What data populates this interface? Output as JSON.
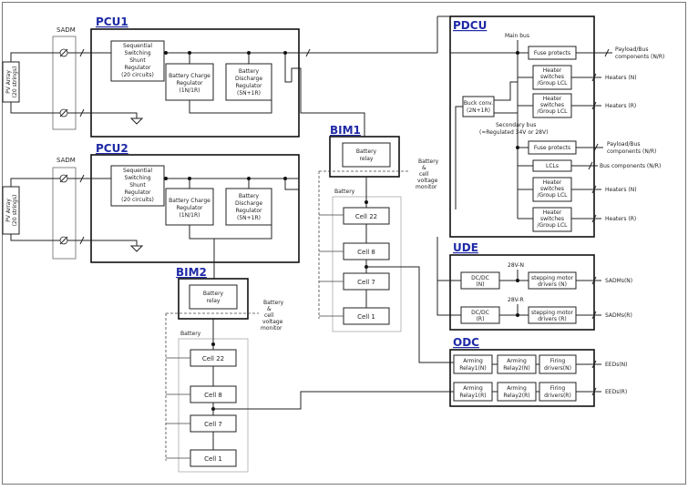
{
  "blocks": {
    "pcu1": "PCU1",
    "pcu2": "PCU2",
    "bim1": "BIM1",
    "bim2": "BIM2",
    "pdcu": "PDCU",
    "ude": "UDE",
    "odc": "ODC"
  },
  "sadm": "SADM",
  "pv_array": [
    "PV Array",
    "(20 strings)"
  ],
  "pcu": {
    "shunt": [
      "Sequential",
      "Switching",
      "Shunt",
      "Regulator",
      "(20 circuits)"
    ],
    "bcr": [
      "Battery Charge",
      "Regulator",
      "(1N/1R)"
    ],
    "bdr": [
      "Battery",
      "Discharge",
      "Regulator",
      "(5N+1R)"
    ]
  },
  "bim": {
    "relay": [
      "Battery",
      "relay"
    ],
    "monitor": [
      "Battery",
      "&",
      "cell",
      "voltage",
      "monitor"
    ],
    "battery": "Battery",
    "cells": [
      "Cell 22",
      "Cell 8",
      "Cell 7",
      "Cell 1"
    ],
    "ellipsis": "⋮"
  },
  "pdcu": {
    "main_bus": "Main bus",
    "fuse": "Fuse protects",
    "heater": [
      "Heater",
      "switches",
      "/Group LCL"
    ],
    "buck": [
      "Buck conv.",
      "(2N+1R)"
    ],
    "secondary": [
      "Secondary bus",
      "(≈Regulated 34V  or 28V)"
    ],
    "lcls": "LCLs",
    "out_payload": [
      "Payload/Bus",
      "components (N/R)"
    ],
    "out_heaters_n": "Heaters (N)",
    "out_heaters_r": "Heaters (R)",
    "out_bus_components": "Bus components (N/R)"
  },
  "ude": {
    "v_n": "28V-N",
    "v_r": "28V-R",
    "dcdc_n": [
      "DC/DC",
      "(N)"
    ],
    "dcdc_r": [
      "DC/DC",
      "(R)"
    ],
    "smd_n": [
      "stepping motor",
      "drivers (N)"
    ],
    "smd_r": [
      "stepping motor",
      "drivers (R)"
    ],
    "out_n": "SADMs(N)",
    "out_r": "SADMs(R)"
  },
  "odc": {
    "arm1_n": [
      "Arming",
      "Relay1(N)"
    ],
    "arm2_n": [
      "Arming",
      "Relay2(N)"
    ],
    "fire_n": [
      "Firing",
      "drivers(N)"
    ],
    "arm1_r": [
      "Arming",
      "Relay1(R)"
    ],
    "arm2_r": [
      "Arming",
      "Relay2(R)"
    ],
    "fire_r": [
      "Firing",
      "drivers(R)"
    ],
    "out_n": "EEDs(N)",
    "out_r": "EEDs(R)"
  }
}
